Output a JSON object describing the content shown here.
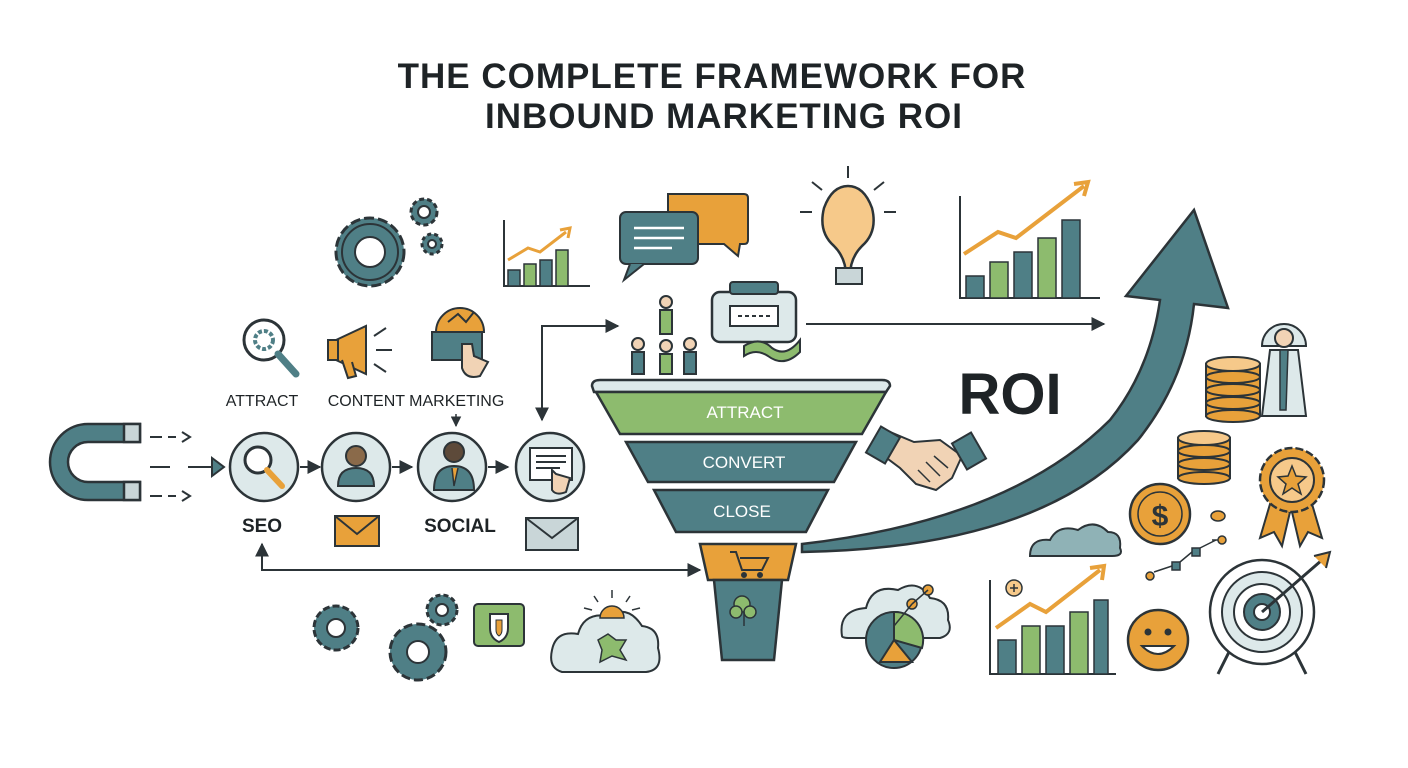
{
  "title": {
    "line1": "THE COMPLETE FRAMEWORK FOR",
    "line2": "INBOUND MARKETING ROI"
  },
  "labels": {
    "attract": "ATTRACT",
    "content_marketing": "CONTENT MARKETING",
    "seo": "SEO",
    "social": "SOCIAL",
    "roi": "ROI"
  },
  "funnel": {
    "stages": [
      "ATTRACT",
      "CONVERT",
      "CLOSE"
    ]
  },
  "icons": {
    "left_flow": [
      "magnet-icon",
      "search-icon",
      "person-icon",
      "social-person-icon",
      "web-page-icon"
    ],
    "top": [
      "gears-icon",
      "growth-chart-icon",
      "chat-bubbles-icon",
      "lightbulb-icon",
      "bar-chart-icon"
    ],
    "mid": [
      "magnifier-gear-icon",
      "megaphone-icon",
      "touch-screen-icon",
      "team-icon",
      "monitor-icon"
    ],
    "bottom_left": [
      "gears-icon",
      "shield-icon",
      "cloud-icon"
    ],
    "right": [
      "coins-icon",
      "person-icon",
      "handshake-icon",
      "award-badge-icon",
      "dollar-coin-icon",
      "cloud-icon",
      "bar-chart-icon",
      "smiley-icon",
      "target-icon"
    ]
  },
  "colors": {
    "teal": "#4f7f86",
    "dark_teal": "#3b6a73",
    "green": "#8dbb6e",
    "orange": "#e8a13a",
    "outline": "#2c3438",
    "light_teal": "#dde9ea",
    "cream": "#f4f1e6"
  }
}
